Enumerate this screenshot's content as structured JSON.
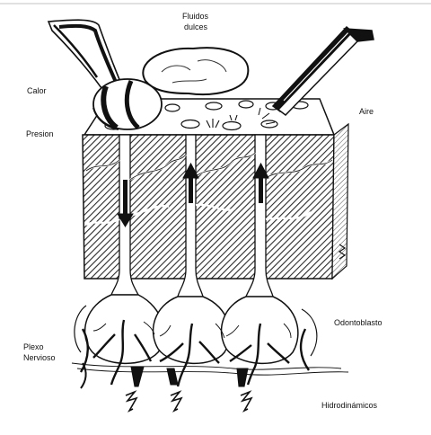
{
  "labels": {
    "fluidos": [
      "Fluidos",
      "dulces"
    ],
    "calor": "Calor",
    "aire": "Aire",
    "presion": "Presion",
    "odontoblasto": "Odontoblasto",
    "plexo": [
      "Plexo",
      "Nervioso"
    ],
    "hidrodinamicos": "Hidrodinámicos"
  },
  "colors": {
    "ink": "#111111",
    "hatch": "#2b2b2b",
    "paper": "#ffffff"
  }
}
